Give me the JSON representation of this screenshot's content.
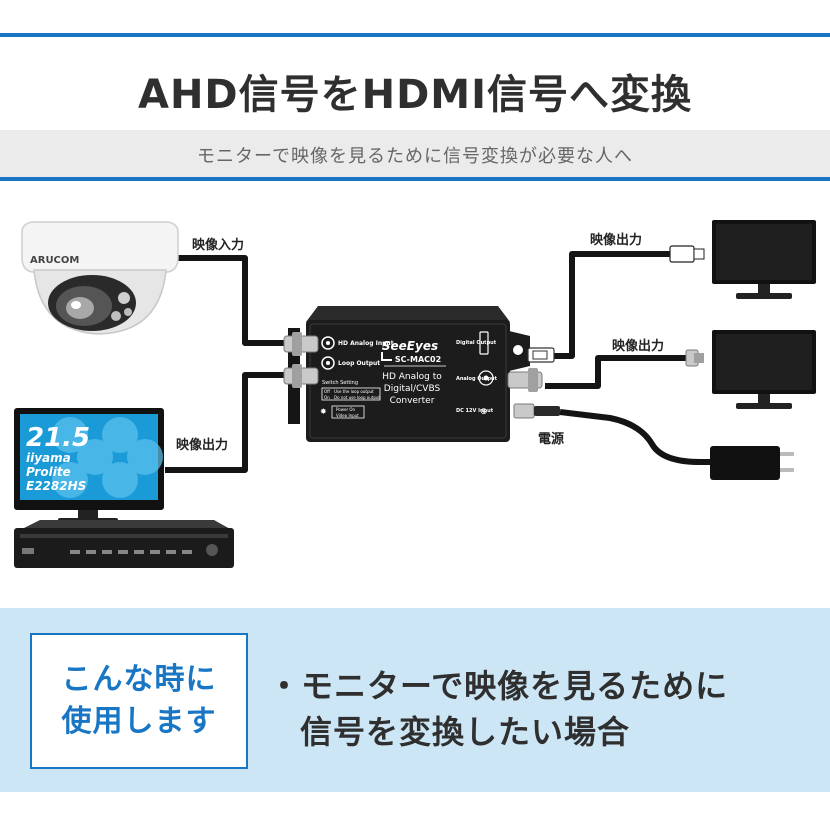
{
  "header": {
    "title": "AHD信号をHDMI信号へ変換",
    "subtitle": "モニターで映像を見るために信号変換が必要な人へ"
  },
  "diagram": {
    "camera_brand": "ARUCOM",
    "video_input_label": "映像入力",
    "video_output_label_left": "映像出力",
    "video_output_label_hdmi": "映像出力",
    "video_output_label_analog": "映像出力",
    "power_label": "電源",
    "monitor_size": "21.5",
    "monitor_brand": "iiyama",
    "monitor_series": "Prolite",
    "monitor_model": "E2282HS",
    "device": {
      "brand": "SeeEyes",
      "model": "SC-MAC02",
      "line1": "HD Analog to",
      "line2": "Digital/CVBS",
      "line3": "Converter",
      "port_hd_analog_input": "HD Analog Input",
      "port_loop_output": "Loop Output",
      "port_digital_output": "Digital Output",
      "port_analog_output": "Analog Output",
      "port_dc_input": "DC 12V Input",
      "switch_setting": "Switch Setting",
      "switch_off": "Use the loop output",
      "switch_on": "Do not use loop output",
      "led_power": "Power On",
      "led_video": "Video Input",
      "sw_off_label": "Off",
      "sw_on_label": "On"
    }
  },
  "usage": {
    "box_line1": "こんな時に",
    "box_line2": "使用します",
    "text_line1": "・モニターで映像を見るために",
    "text_line2": "信号を変換したい場合"
  }
}
